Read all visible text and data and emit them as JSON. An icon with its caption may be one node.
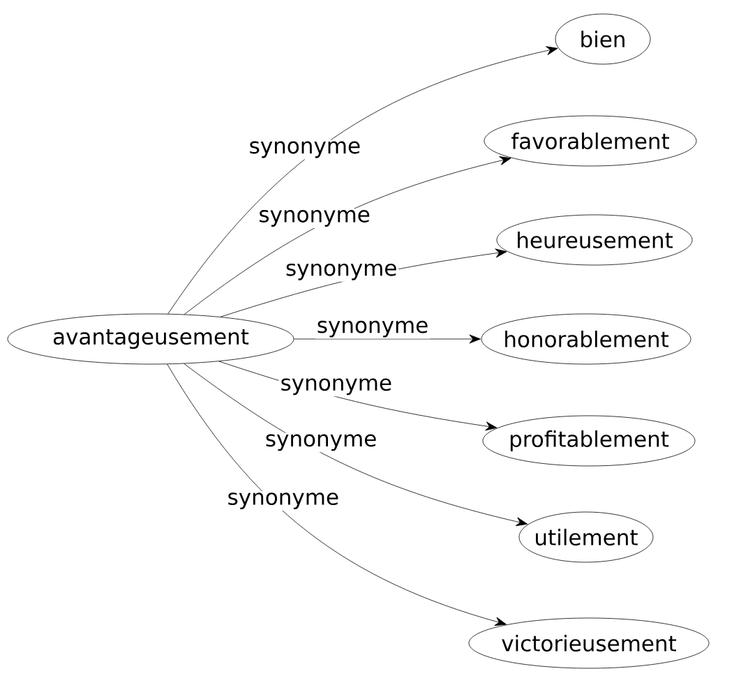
{
  "diagram": {
    "nodes": [
      {
        "text": [
          "avantageusement"
        ]
      },
      {
        "text": [
          "bien"
        ]
      },
      {
        "text": [
          "favorablement"
        ]
      },
      {
        "text": [
          "heureusement"
        ]
      },
      {
        "text": [
          "honorablement"
        ]
      },
      {
        "text": [
          "profitablement"
        ]
      },
      {
        "text": [
          "utilement"
        ]
      },
      {
        "text": [
          "victorieusement"
        ]
      }
    ],
    "edges": [
      {
        "from": 0,
        "to": 1,
        "arrow": "to",
        "label": "synonyme"
      },
      {
        "from": 0,
        "to": 2,
        "arrow": "to",
        "label": "synonyme"
      },
      {
        "from": 0,
        "to": 3,
        "arrow": "to",
        "label": "synonyme"
      },
      {
        "from": 0,
        "to": 4,
        "arrow": "to",
        "label": "synonyme"
      },
      {
        "from": 0,
        "to": 5,
        "arrow": "to",
        "label": "synonyme"
      },
      {
        "from": 0,
        "to": 6,
        "arrow": "to",
        "label": "synonyme"
      },
      {
        "from": 0,
        "to": 7,
        "arrow": "to",
        "label": "synonyme"
      }
    ]
  }
}
